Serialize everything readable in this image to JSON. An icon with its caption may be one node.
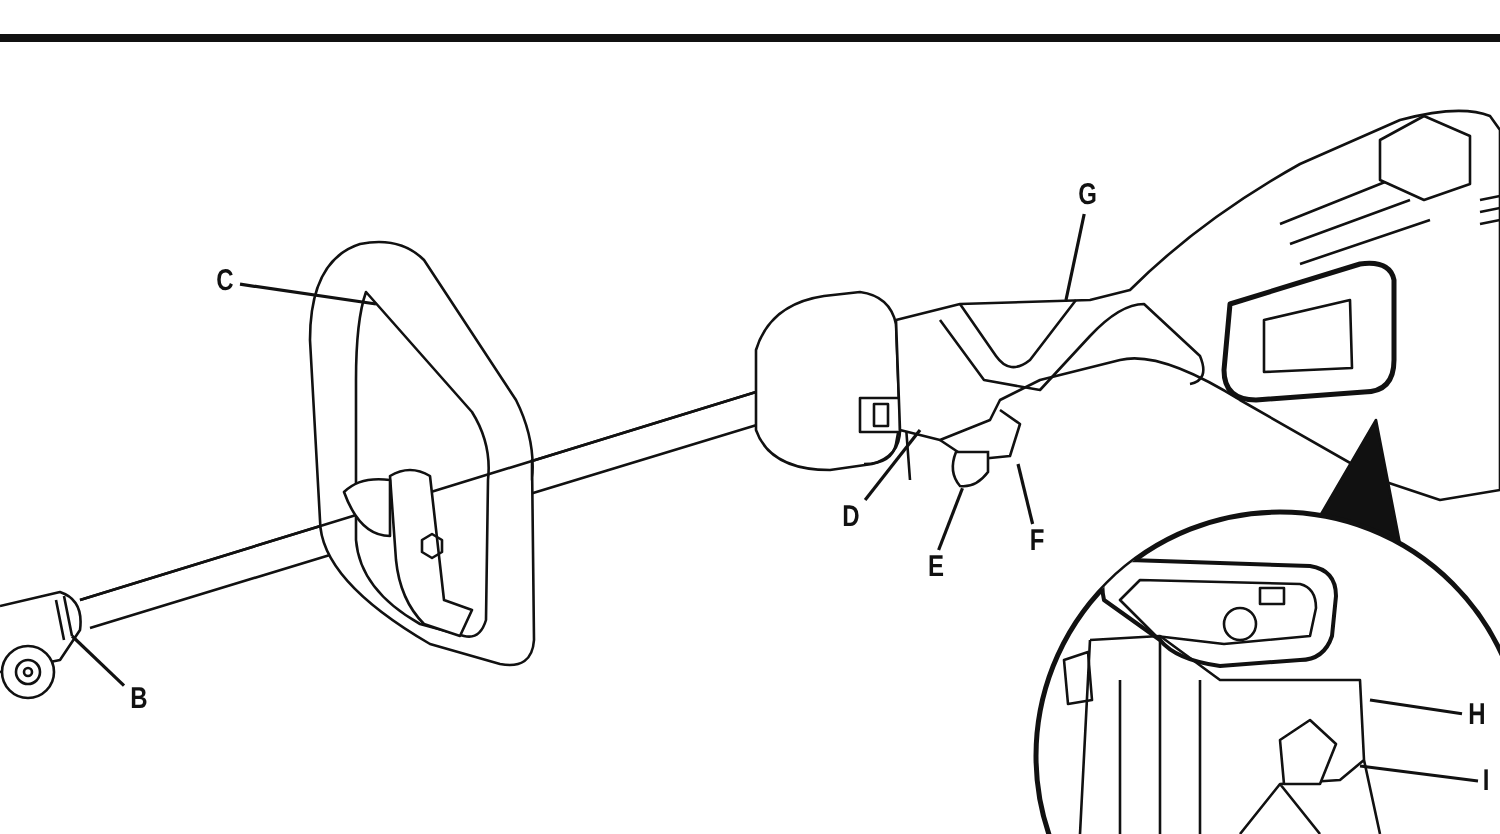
{
  "diagram": {
    "nodes": [
      {
        "text": [
          "G"
        ]
      },
      {
        "text": [
          "C"
        ]
      },
      {
        "text": [
          "D"
        ]
      },
      {
        "text": [
          "F"
        ]
      },
      {
        "text": [
          "E"
        ]
      },
      {
        "text": [
          "B"
        ]
      },
      {
        "text": [
          "H"
        ]
      },
      {
        "text": [
          "I"
        ]
      },
      {
        "text": [],
        "shape": "box"
      }
    ],
    "edges": [
      {
        "from": 0,
        "to": null,
        "arrow": "none"
      },
      {
        "from": 1,
        "to": null,
        "arrow": "none"
      },
      {
        "from": 2,
        "to": null,
        "arrow": "none"
      },
      {
        "from": 3,
        "to": null,
        "arrow": "none"
      },
      {
        "from": 4,
        "to": 8,
        "arrow": "none"
      },
      {
        "from": 5,
        "to": null,
        "arrow": "none"
      },
      {
        "from": 6,
        "to": null,
        "arrow": "none"
      },
      {
        "from": 7,
        "to": null,
        "arrow": "none"
      }
    ]
  }
}
